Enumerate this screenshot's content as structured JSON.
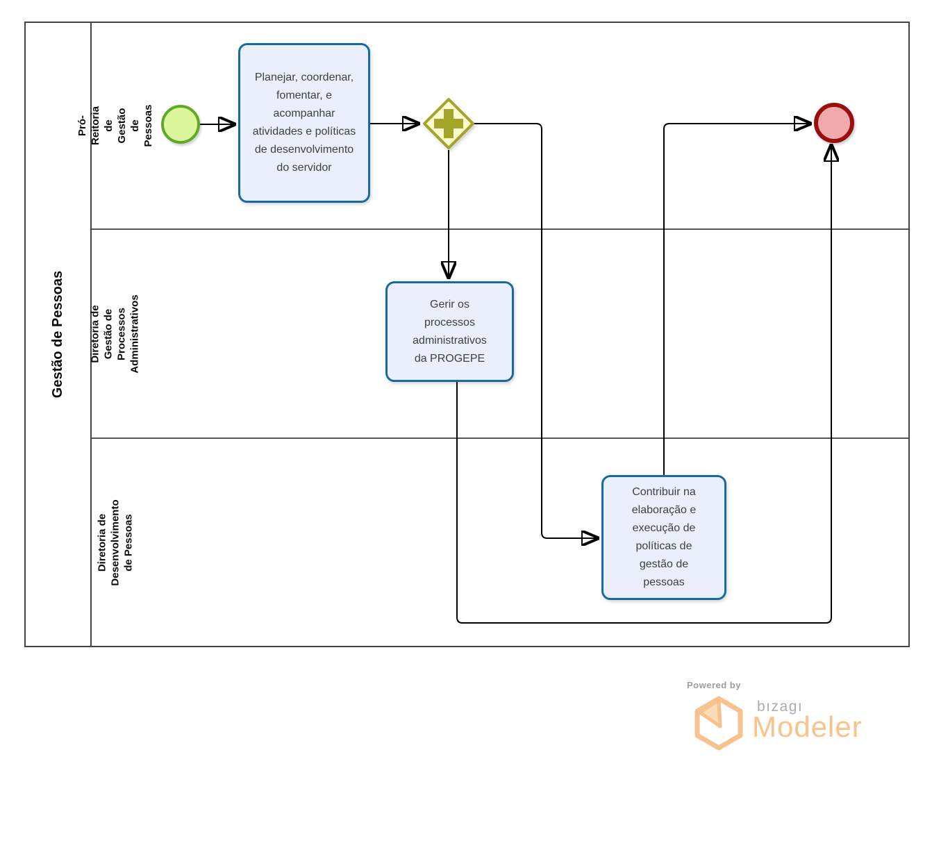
{
  "pool": {
    "label": "Gestão de Pessoas"
  },
  "lanes": [
    {
      "label": "Pró-Reitoria de Gestão de Pessoas"
    },
    {
      "label": "Diretoria de Gestão de Processos Administrativos"
    },
    {
      "label": "Diretoria de Desenvolvimento de Pessoas"
    }
  ],
  "nodes": {
    "start_event": {
      "type": "start-event",
      "lane": "Pró-Reitoria de Gestão de Pessoas"
    },
    "task_planejar": {
      "label": "Planejar, coordenar, fomentar, e acompanhar atividades e políticas de desenvolvimento do servidor",
      "lane": "Pró-Reitoria de Gestão de Pessoas"
    },
    "gateway": {
      "type": "parallel-gateway",
      "symbol": "+",
      "lane": "Pró-Reitoria de Gestão de Pessoas"
    },
    "task_gerir": {
      "label": "Gerir os processos administrativos da PROGEPE",
      "lane": "Diretoria de Gestão de Processos Administrativos"
    },
    "task_contribuir": {
      "label": "Contribuir na elaboração e execução de políticas de gestão de pessoas",
      "lane": "Diretoria de Desenvolvimento de Pessoas"
    },
    "end_event": {
      "type": "end-event",
      "lane": "Pró-Reitoria de Gestão de Pessoas"
    }
  },
  "flows": [
    {
      "from": "start_event",
      "to": "task_planejar"
    },
    {
      "from": "task_planejar",
      "to": "gateway"
    },
    {
      "from": "gateway",
      "to": "task_gerir"
    },
    {
      "from": "gateway",
      "to": "task_contribuir"
    },
    {
      "from": "task_gerir",
      "to": "end_event"
    },
    {
      "from": "task_contribuir",
      "to": "end_event"
    }
  ],
  "footer": {
    "powered_by": "Powered by",
    "brand": "bızagı",
    "product": "Modeler"
  },
  "colors": {
    "task_fill": "#EAEFFB",
    "task_border": "#1669A2",
    "start_fill": "#DCF69B",
    "start_border": "#5FA928",
    "end_fill": "#EFABAB",
    "end_border": "#9B0E0E",
    "gateway_fill": "#FBFBD0",
    "gateway_border": "#A4A428",
    "connector": "#000000",
    "lane_divider": "#555555",
    "pool_border": "#434343",
    "task_text": "#3F3F3F",
    "label_text": "#0A0A0A",
    "logo_orange": "#F7C28E",
    "logo_gray": "#ABABAB"
  }
}
